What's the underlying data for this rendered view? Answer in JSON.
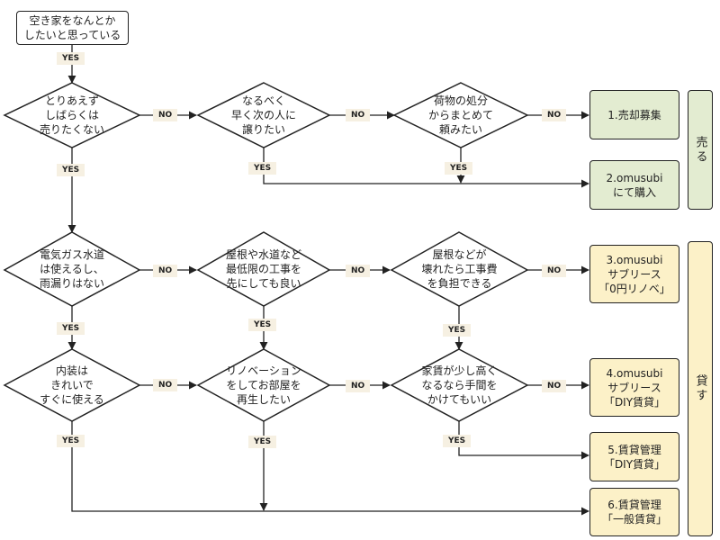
{
  "diagram": {
    "start": "空き家をなんとか\nしたいと思っている",
    "questions": {
      "q1": "とりあえず\nしばらくは\n売りたくない",
      "q2": "なるべく\n早く次の人に\n譲りたい",
      "q3": "荷物の処分\nからまとめて\n頼みたい",
      "q4": "電気ガス水道\nは使えるし、\n雨漏りはない",
      "q5": "屋根や水道など\n最低限の工事を\n先にしても良い",
      "q6": "屋根などが\n壊れたら工事費\nを負担できる",
      "q7": "内装は\nきれいで\nすぐに使える",
      "q8": "リノベーション\nをしてお部屋を\n再生したい",
      "q9": "家賃が少し高く\nなるなら手間を\nかけてもいい"
    },
    "outcomes": {
      "o1": "1.売却募集",
      "o2": "2.omusubi\nにて購入",
      "o3": "3.omusubi\nサブリース\n「0円リノベ」",
      "o4": "4.omusubi\nサブリース\n「DIY賃貸」",
      "o5": "5.賃貸管理\n「DIY賃貸」",
      "o6": "6.賃貸管理\n「一般賃貸」"
    },
    "categories": {
      "sell": "売る",
      "rent": "貸す"
    },
    "yes_label": "YES",
    "no_label": "NO"
  },
  "colors": {
    "sell_fill": "#e3ecd1",
    "rent_fill": "#fcf1c8",
    "label_fill": "#f6f0e2",
    "line": "#222222"
  }
}
